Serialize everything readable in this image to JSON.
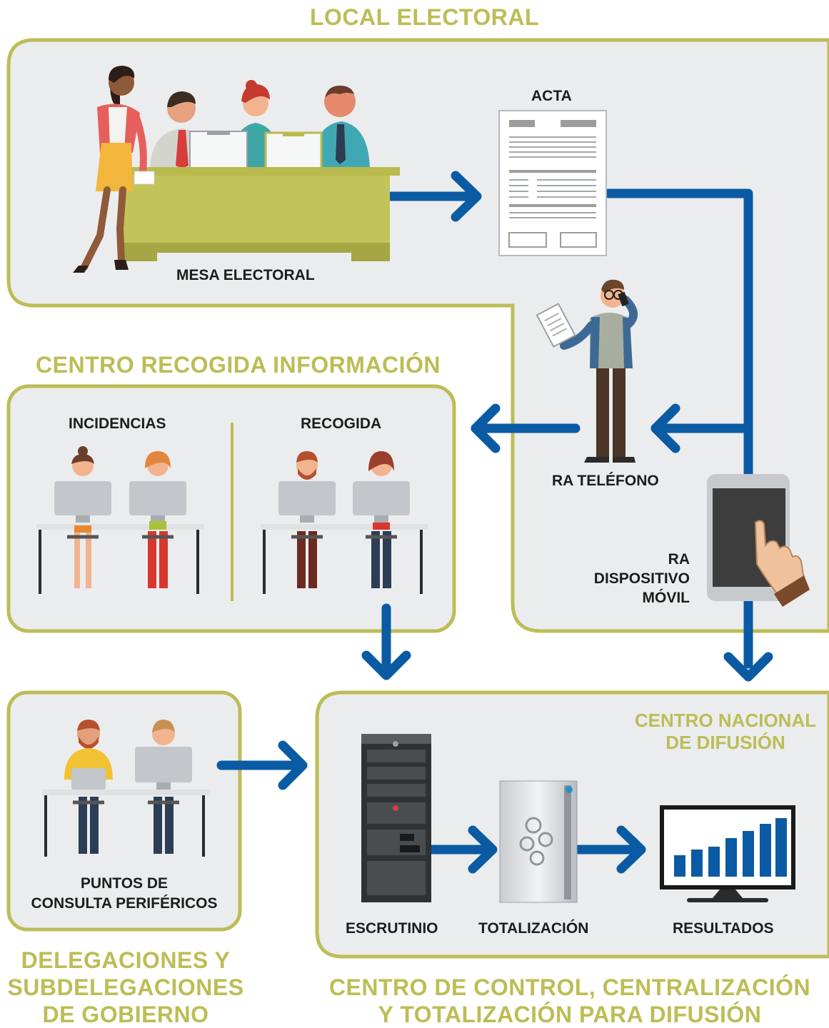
{
  "regions": {
    "local_electoral": "LOCAL ELECTORAL",
    "centro_recogida": "CENTRO RECOGIDA INFORMACIÓN",
    "delegaciones": [
      "DELEGACIONES Y",
      "SUBDELEGACIONES",
      "DE GOBIERNO"
    ],
    "centro_control": [
      "CENTRO DE CONTROL, CENTRALIZACIÓN",
      "Y TOTALIZACIÓN PARA DIFUSIÓN"
    ],
    "centro_nacional": [
      "CENTRO NACIONAL",
      "DE DIFUSIÓN"
    ]
  },
  "nodes": {
    "acta": "ACTA",
    "mesa_electoral": "MESA ELECTORAL",
    "ra_telefono": "RA TELÉFONO",
    "ra_dispositivo": [
      "RA",
      "DISPOSITIVO",
      "MÓVIL"
    ],
    "incidencias": "INCIDENCIAS",
    "recogida": "RECOGIDA",
    "puntos_consulta": [
      "PUNTOS DE",
      "CONSULTA PERIFÉRICOS"
    ],
    "escrutinio": "ESCRUTINIO",
    "totalizacion": "TOTALIZACIÓN",
    "resultados": "RESULTADOS"
  },
  "colors": {
    "olive": "#bcbd55",
    "panel": "#ebecee",
    "arrow": "#0a5ba4",
    "text": "#1d1d1b"
  }
}
